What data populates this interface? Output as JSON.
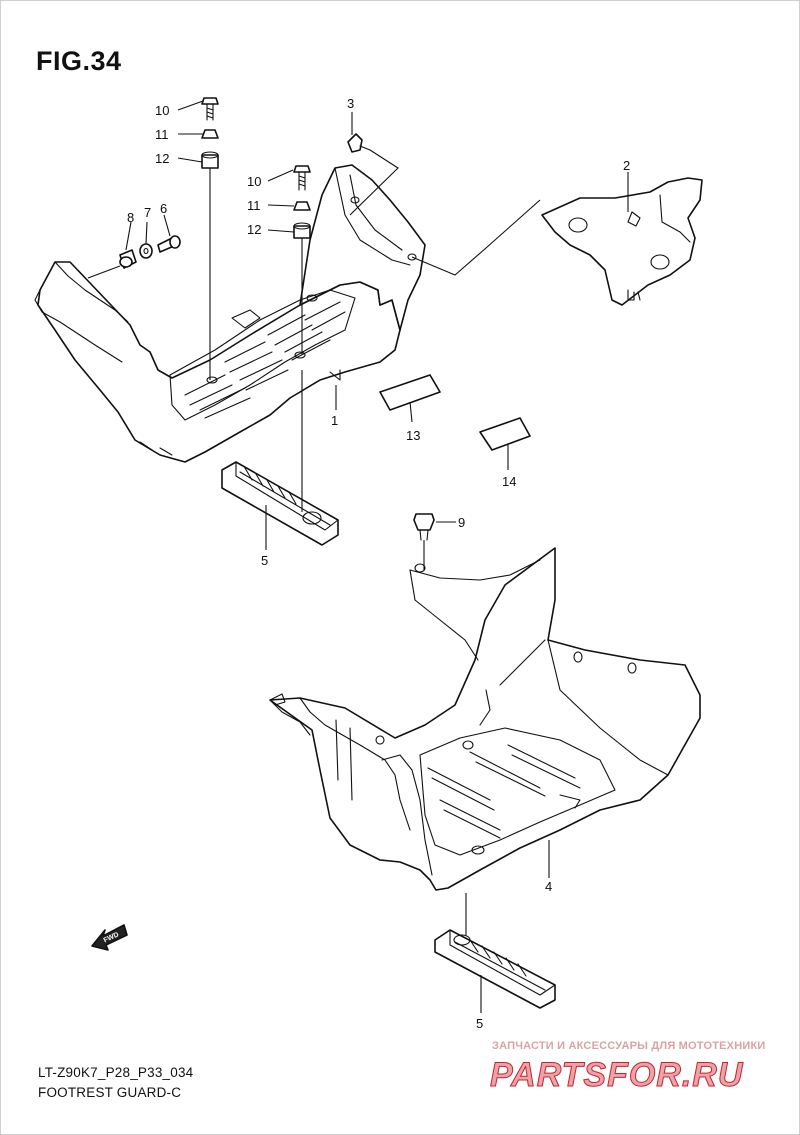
{
  "figure": {
    "title": "FIG.34"
  },
  "callouts": {
    "c1": "1",
    "c2": "2",
    "c3": "3",
    "c4": "4",
    "c5a": "5",
    "c5b": "5",
    "c6": "6",
    "c7": "7",
    "c8": "8",
    "c9": "9",
    "c10a": "10",
    "c10b": "10",
    "c11a": "11",
    "c11b": "11",
    "c12a": "12",
    "c12b": "12",
    "c13": "13",
    "c14": "14"
  },
  "fwd_badge": "FWD",
  "footer": {
    "model_code": "LT-Z90K7_P28_P33_034",
    "section_name": "FOOTREST GUARD-C"
  },
  "watermark": {
    "tagline": "ЗАПЧАСТИ И АКСЕССУАРЫ ДЛЯ МОТОТЕХНИКИ",
    "logo_text": "PARTSFOR.RU",
    "color": "#c8232c"
  }
}
